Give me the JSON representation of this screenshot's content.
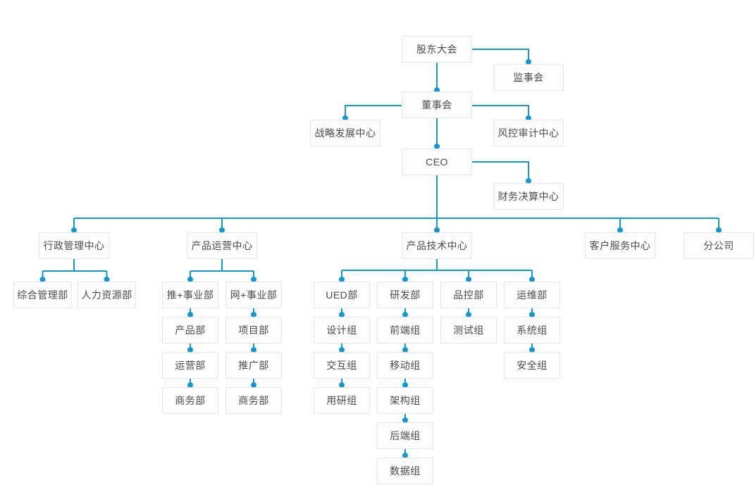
{
  "colors": {
    "connector_color": "#1496ce",
    "node_border_color": "#e4e4e4",
    "node_bg_color": "#fdfdfd",
    "node_text_color": "#4b4b4b",
    "page_bg_color": "#ffffff"
  },
  "org_chart": {
    "type": "organization-chart",
    "nodes": {
      "shareholders_meeting": {
        "label": "股东大会",
        "parent": null
      },
      "supervisory_board": {
        "label": "监事会",
        "parent": "shareholders_meeting"
      },
      "board_of_directors": {
        "label": "董事会",
        "parent": "shareholders_meeting"
      },
      "strategy_development_center": {
        "label": "战略发展中心",
        "parent": "board_of_directors"
      },
      "risk_audit_center": {
        "label": "风控审计中心",
        "parent": "board_of_directors"
      },
      "ceo": {
        "label": "CEO",
        "parent": "board_of_directors"
      },
      "finance_settlement_center": {
        "label": "财务决算中心",
        "parent": "ceo"
      },
      "admin_management_center": {
        "label": "行政管理中心",
        "parent": "ceo"
      },
      "product_operation_center": {
        "label": "产品运营中心",
        "parent": "ceo"
      },
      "product_tech_center": {
        "label": "产品技术中心",
        "parent": "ceo"
      },
      "customer_service_center": {
        "label": "客户服务中心",
        "parent": "ceo"
      },
      "branch_company": {
        "label": "分公司",
        "parent": "ceo"
      },
      "general_management_dept": {
        "label": "综合管理部",
        "parent": "admin_management_center"
      },
      "hr_dept": {
        "label": "人力资源部",
        "parent": "admin_management_center"
      },
      "tui_plus_business_dept": {
        "label": "推+事业部",
        "parent": "product_operation_center"
      },
      "wang_plus_business_dept": {
        "label": "网+事业部",
        "parent": "product_operation_center"
      },
      "product_dept": {
        "label": "产品部",
        "parent": "tui_plus_business_dept"
      },
      "operation_dept": {
        "label": "运营部",
        "parent": "product_dept"
      },
      "business_dept_a": {
        "label": "商务部",
        "parent": "operation_dept"
      },
      "project_dept": {
        "label": "项目部",
        "parent": "wang_plus_business_dept"
      },
      "promotion_dept": {
        "label": "推广部",
        "parent": "project_dept"
      },
      "business_dept_b": {
        "label": "商务部",
        "parent": "promotion_dept"
      },
      "ued_dept": {
        "label": "UED部",
        "parent": "product_tech_center"
      },
      "design_team": {
        "label": "设计组",
        "parent": "ued_dept"
      },
      "interaction_team": {
        "label": "交互组",
        "parent": "design_team"
      },
      "user_research_team": {
        "label": "用研组",
        "parent": "interaction_team"
      },
      "rnd_dept": {
        "label": "研发部",
        "parent": "product_tech_center"
      },
      "frontend_team": {
        "label": "前端组",
        "parent": "rnd_dept"
      },
      "mobile_team": {
        "label": "移动组",
        "parent": "frontend_team"
      },
      "architecture_team": {
        "label": "架构组",
        "parent": "mobile_team"
      },
      "backend_team": {
        "label": "后端组",
        "parent": "architecture_team"
      },
      "data_team": {
        "label": "数据组",
        "parent": "backend_team"
      },
      "quality_control_dept": {
        "label": "品控部",
        "parent": "product_tech_center"
      },
      "testing_team": {
        "label": "测试组",
        "parent": "quality_control_dept"
      },
      "ops_dept": {
        "label": "运维部",
        "parent": "product_tech_center"
      },
      "system_team": {
        "label": "系统组",
        "parent": "ops_dept"
      },
      "security_team": {
        "label": "安全组",
        "parent": "system_team"
      }
    }
  }
}
